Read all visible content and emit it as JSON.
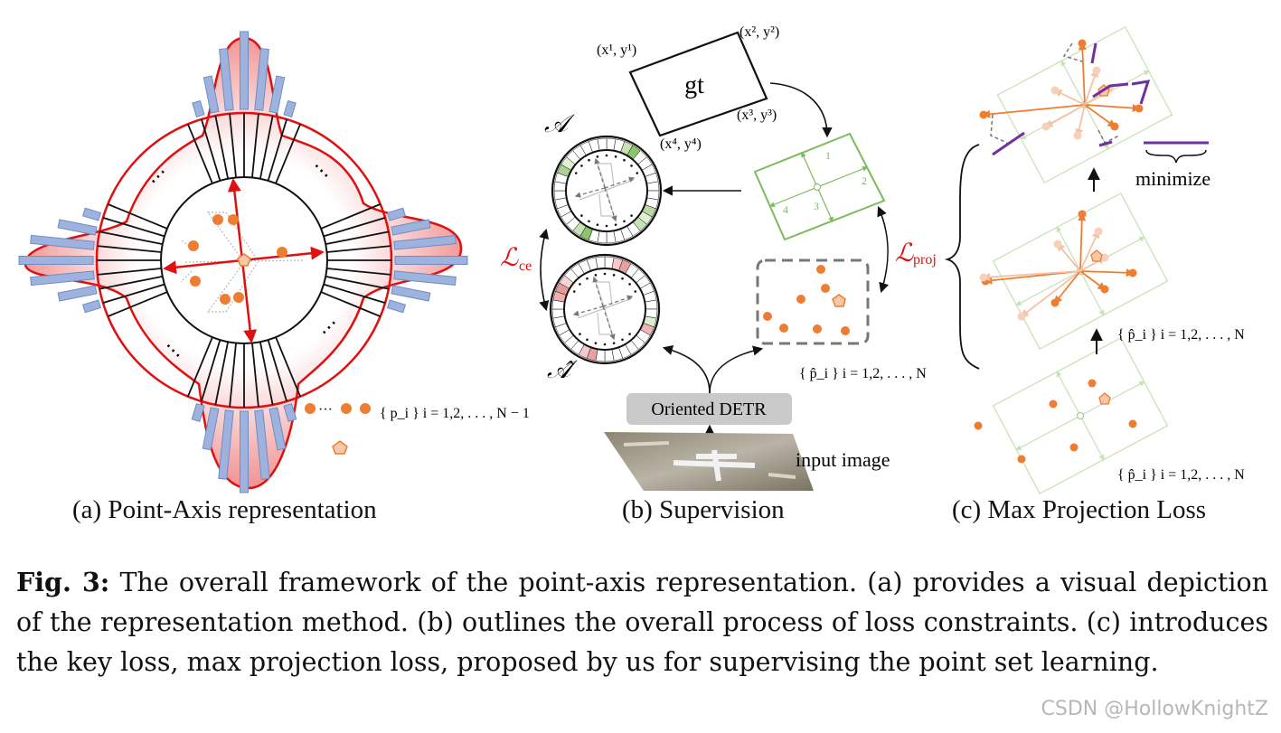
{
  "panels": {
    "a": {
      "label": "(a) Point-Axis representation",
      "set_formula": "{ p_i }  i = 1,2, . . . , N − 1",
      "ellipsis": "⋯"
    },
    "b": {
      "label": "(b) Supervision",
      "gt_label": "gt",
      "corners": [
        "(x¹, y¹)",
        "(x², y²)",
        "(x³, y³)",
        "(x⁴, y⁴)"
      ],
      "set_A": "𝒜",
      "set_A_hat": "𝒜̂",
      "loss_ce": "ℒ",
      "loss_ce_sub": "ce",
      "loss_proj": "ℒ",
      "loss_proj_sub": "proj",
      "edge_nums": [
        "1",
        "2",
        "3",
        "4"
      ],
      "pred_formula": "{ p̂_i }  i = 1,2, . . . , N",
      "detr_label": "Oriented DETR",
      "input_label": "input image"
    },
    "c": {
      "label": "(c) Max Projection  Loss",
      "minimize_label": "minimize",
      "formula": "{ p̂_i }  i = 1,2, . . . , N"
    }
  },
  "caption": {
    "lead": "Fig. 3:",
    "text": " The overall framework of the point-axis representation. (a) provides a visual depiction of the representation method. (b) outlines the overall process of loss constraints. (c) introduces the key loss, max projection loss, proposed by us for supervising the point set learning."
  },
  "watermark": "CSDN @HollowKnightZ",
  "colors": {
    "red": "#e01010",
    "orange": "#ee7d31",
    "blue": "#9db3dd",
    "green": "#7cbb5a",
    "purple": "#7030a0",
    "gray": "#777777"
  }
}
